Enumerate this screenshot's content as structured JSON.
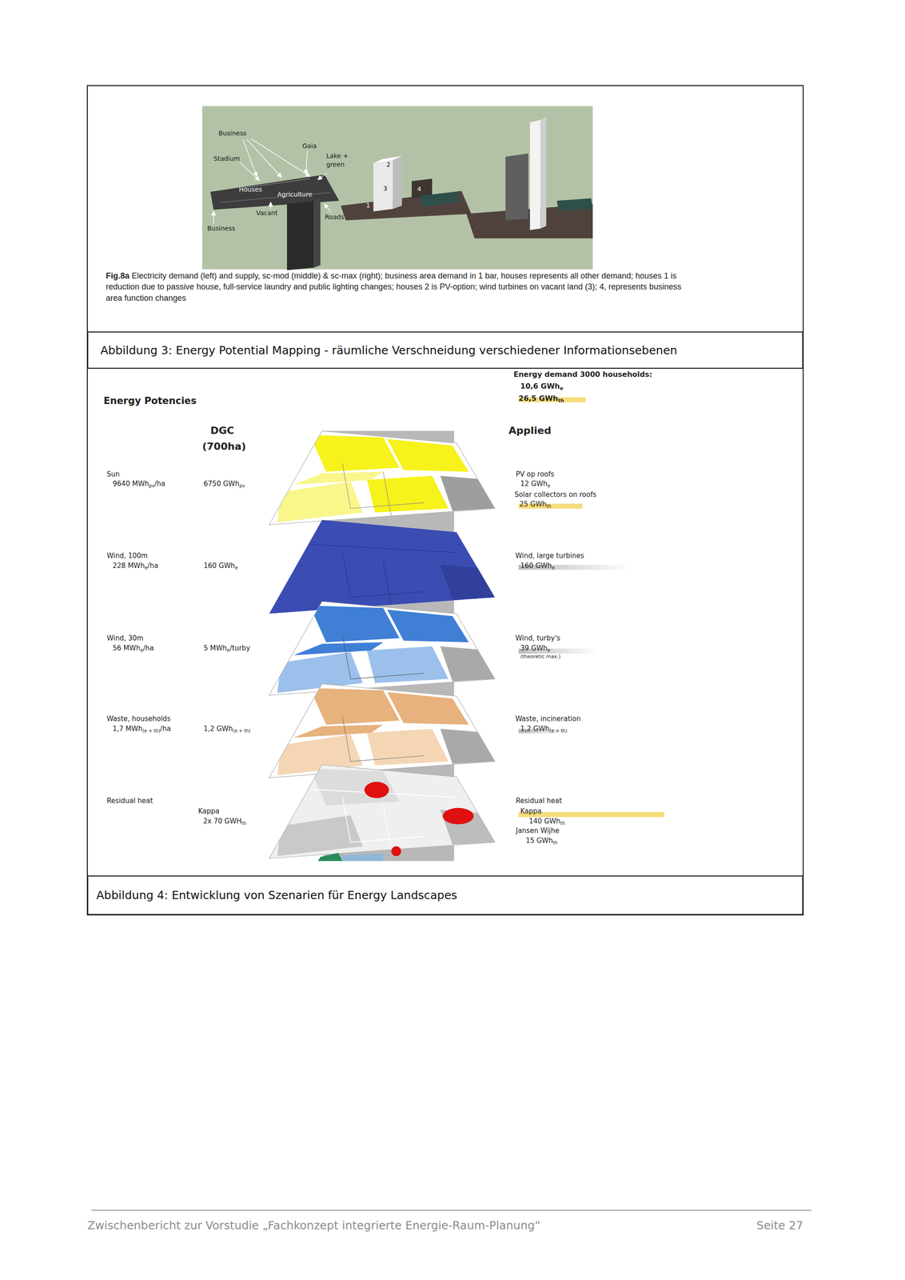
{
  "diagram": {
    "nodes": [
      {
        "text": [
          "Abbildung 3: Energy Potential Mapping - räumliche Verschneidung verschiedener Informationsebenen"
        ]
      },
      {
        "text": [
          "Abbildung 4: Entwicklung von Szenarien für Energy Landscapes"
        ]
      }
    ],
    "labels": [
      "Business",
      "Stadium",
      "Gaia",
      "Lake + green",
      "Houses",
      "Agriculture",
      "Vacant",
      "Roads",
      "Business",
      "3",
      "2",
      "1",
      "4",
      "Fig.8a",
      "Electricity demand (left) and supply, sc-mod (middle) & sc-max (right); business area demand in 1 bar, houses represents all other demand; houses 1 is reduction due to passive house, full-service laundry and public lighting changes; houses 2 is PV-option; wind turbines on vacant land (3); 4, represents business area function changes",
      "Energy demand 3000 households:",
      "10,6 GWh",
      "e",
      "26,5 GWh",
      "th",
      "Energy Potencies",
      "DGC",
      "(700ha)",
      "Applied",
      "Sun",
      "9640 MWh",
      "pv",
      "/ha",
      "6750 GWh",
      "pv",
      "PV op roofs",
      "12 GWh",
      "e",
      "Solar collectors on roofs",
      "25 GWh",
      "th",
      "Wind, 100m",
      "228 MWh",
      "e",
      "/ha",
      "160 GWh",
      "e",
      "Wind, large turbines",
      "160 GWh",
      "e",
      "Wind, 30m",
      "56 MWh",
      "e",
      "/ha",
      "5 MWh",
      "e",
      "/turby",
      "Wind, turby's",
      "39 GWh",
      "e",
      "(theoretic max.)",
      "Waste, households",
      "1,7 MWh",
      "(e + th)",
      "/ha",
      "1,2 GWh",
      "(e + th)",
      "Waste, incineration",
      "1,2 GWh",
      "(e + th)",
      "Residual heat",
      "Kappa",
      "2x 70 GWH",
      "th",
      "Residual heat",
      "Kappa",
      "140 GWh",
      "th",
      "Jansen Wijhe",
      "15 GWh",
      "th",
      "Zwischenbericht zur Vorstudie „Fachkonzept integrierte Energie-Raum-Planung“",
      "Seite 27"
    ]
  }
}
